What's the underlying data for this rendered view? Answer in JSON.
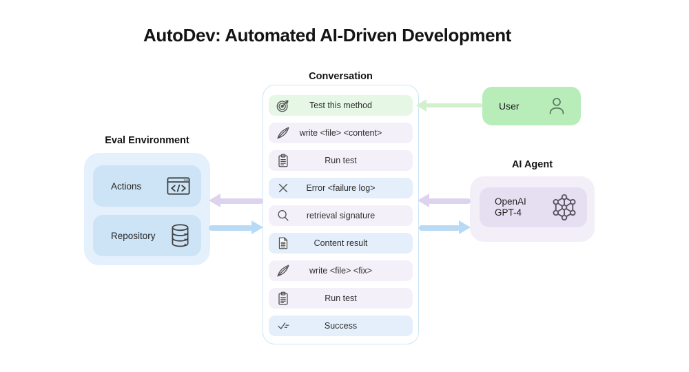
{
  "page": {
    "title": "AutoDev: Automated AI-Driven Development",
    "background": "#ffffff"
  },
  "conversation": {
    "title": "Conversation",
    "rows": [
      {
        "label": "Test this method",
        "icon": "target-icon",
        "tone": "green"
      },
      {
        "label": "write <file> <content>",
        "icon": "quill-icon",
        "tone": "lavender"
      },
      {
        "label": "Run test",
        "icon": "clipboard-icon",
        "tone": "lavender"
      },
      {
        "label": "Error <failure log>",
        "icon": "x-icon",
        "tone": "blue"
      },
      {
        "label": "retrieval signature",
        "icon": "magnifier-icon",
        "tone": "lavender"
      },
      {
        "label": "Content result",
        "icon": "document-icon",
        "tone": "blue"
      },
      {
        "label": "write <file> <fix>",
        "icon": "quill-icon",
        "tone": "lavender"
      },
      {
        "label": "Run test",
        "icon": "clipboard-icon",
        "tone": "lavender"
      },
      {
        "label": "Success",
        "icon": "double-check-icon",
        "tone": "blue"
      }
    ]
  },
  "eval_environment": {
    "title": "Eval Environment",
    "items": [
      {
        "label": "Actions",
        "icon": "code-window-icon"
      },
      {
        "label": "Repository",
        "icon": "database-icon"
      }
    ]
  },
  "user": {
    "label": "User",
    "icon": "person-icon"
  },
  "ai_agent": {
    "title": "AI Agent",
    "model": {
      "line1": "OpenAI",
      "line2": "GPT-4"
    },
    "icon": "network-icon"
  },
  "arrows": [
    {
      "name": "user-to-conversation",
      "color": "#d2f1cb",
      "direction": "left"
    },
    {
      "name": "conversation-to-eval",
      "color": "#ddd3ee",
      "direction": "left"
    },
    {
      "name": "eval-to-conversation",
      "color": "#b8daf4",
      "direction": "right"
    },
    {
      "name": "agent-to-conversation",
      "color": "#ddd3ee",
      "direction": "left"
    },
    {
      "name": "conversation-to-agent",
      "color": "#b8daf4",
      "direction": "right"
    }
  ],
  "colors": {
    "row_green": "#e6f7e6",
    "row_lavender": "#f4f0f9",
    "row_blue": "#e4effb",
    "panel_border": "#cbe6f8",
    "eval_outer": "#e4f1fc",
    "eval_inner": "#cde4f7",
    "user_box": "#b8edba",
    "agent_outer": "#f3eff8",
    "agent_inner": "#e6dff1"
  }
}
